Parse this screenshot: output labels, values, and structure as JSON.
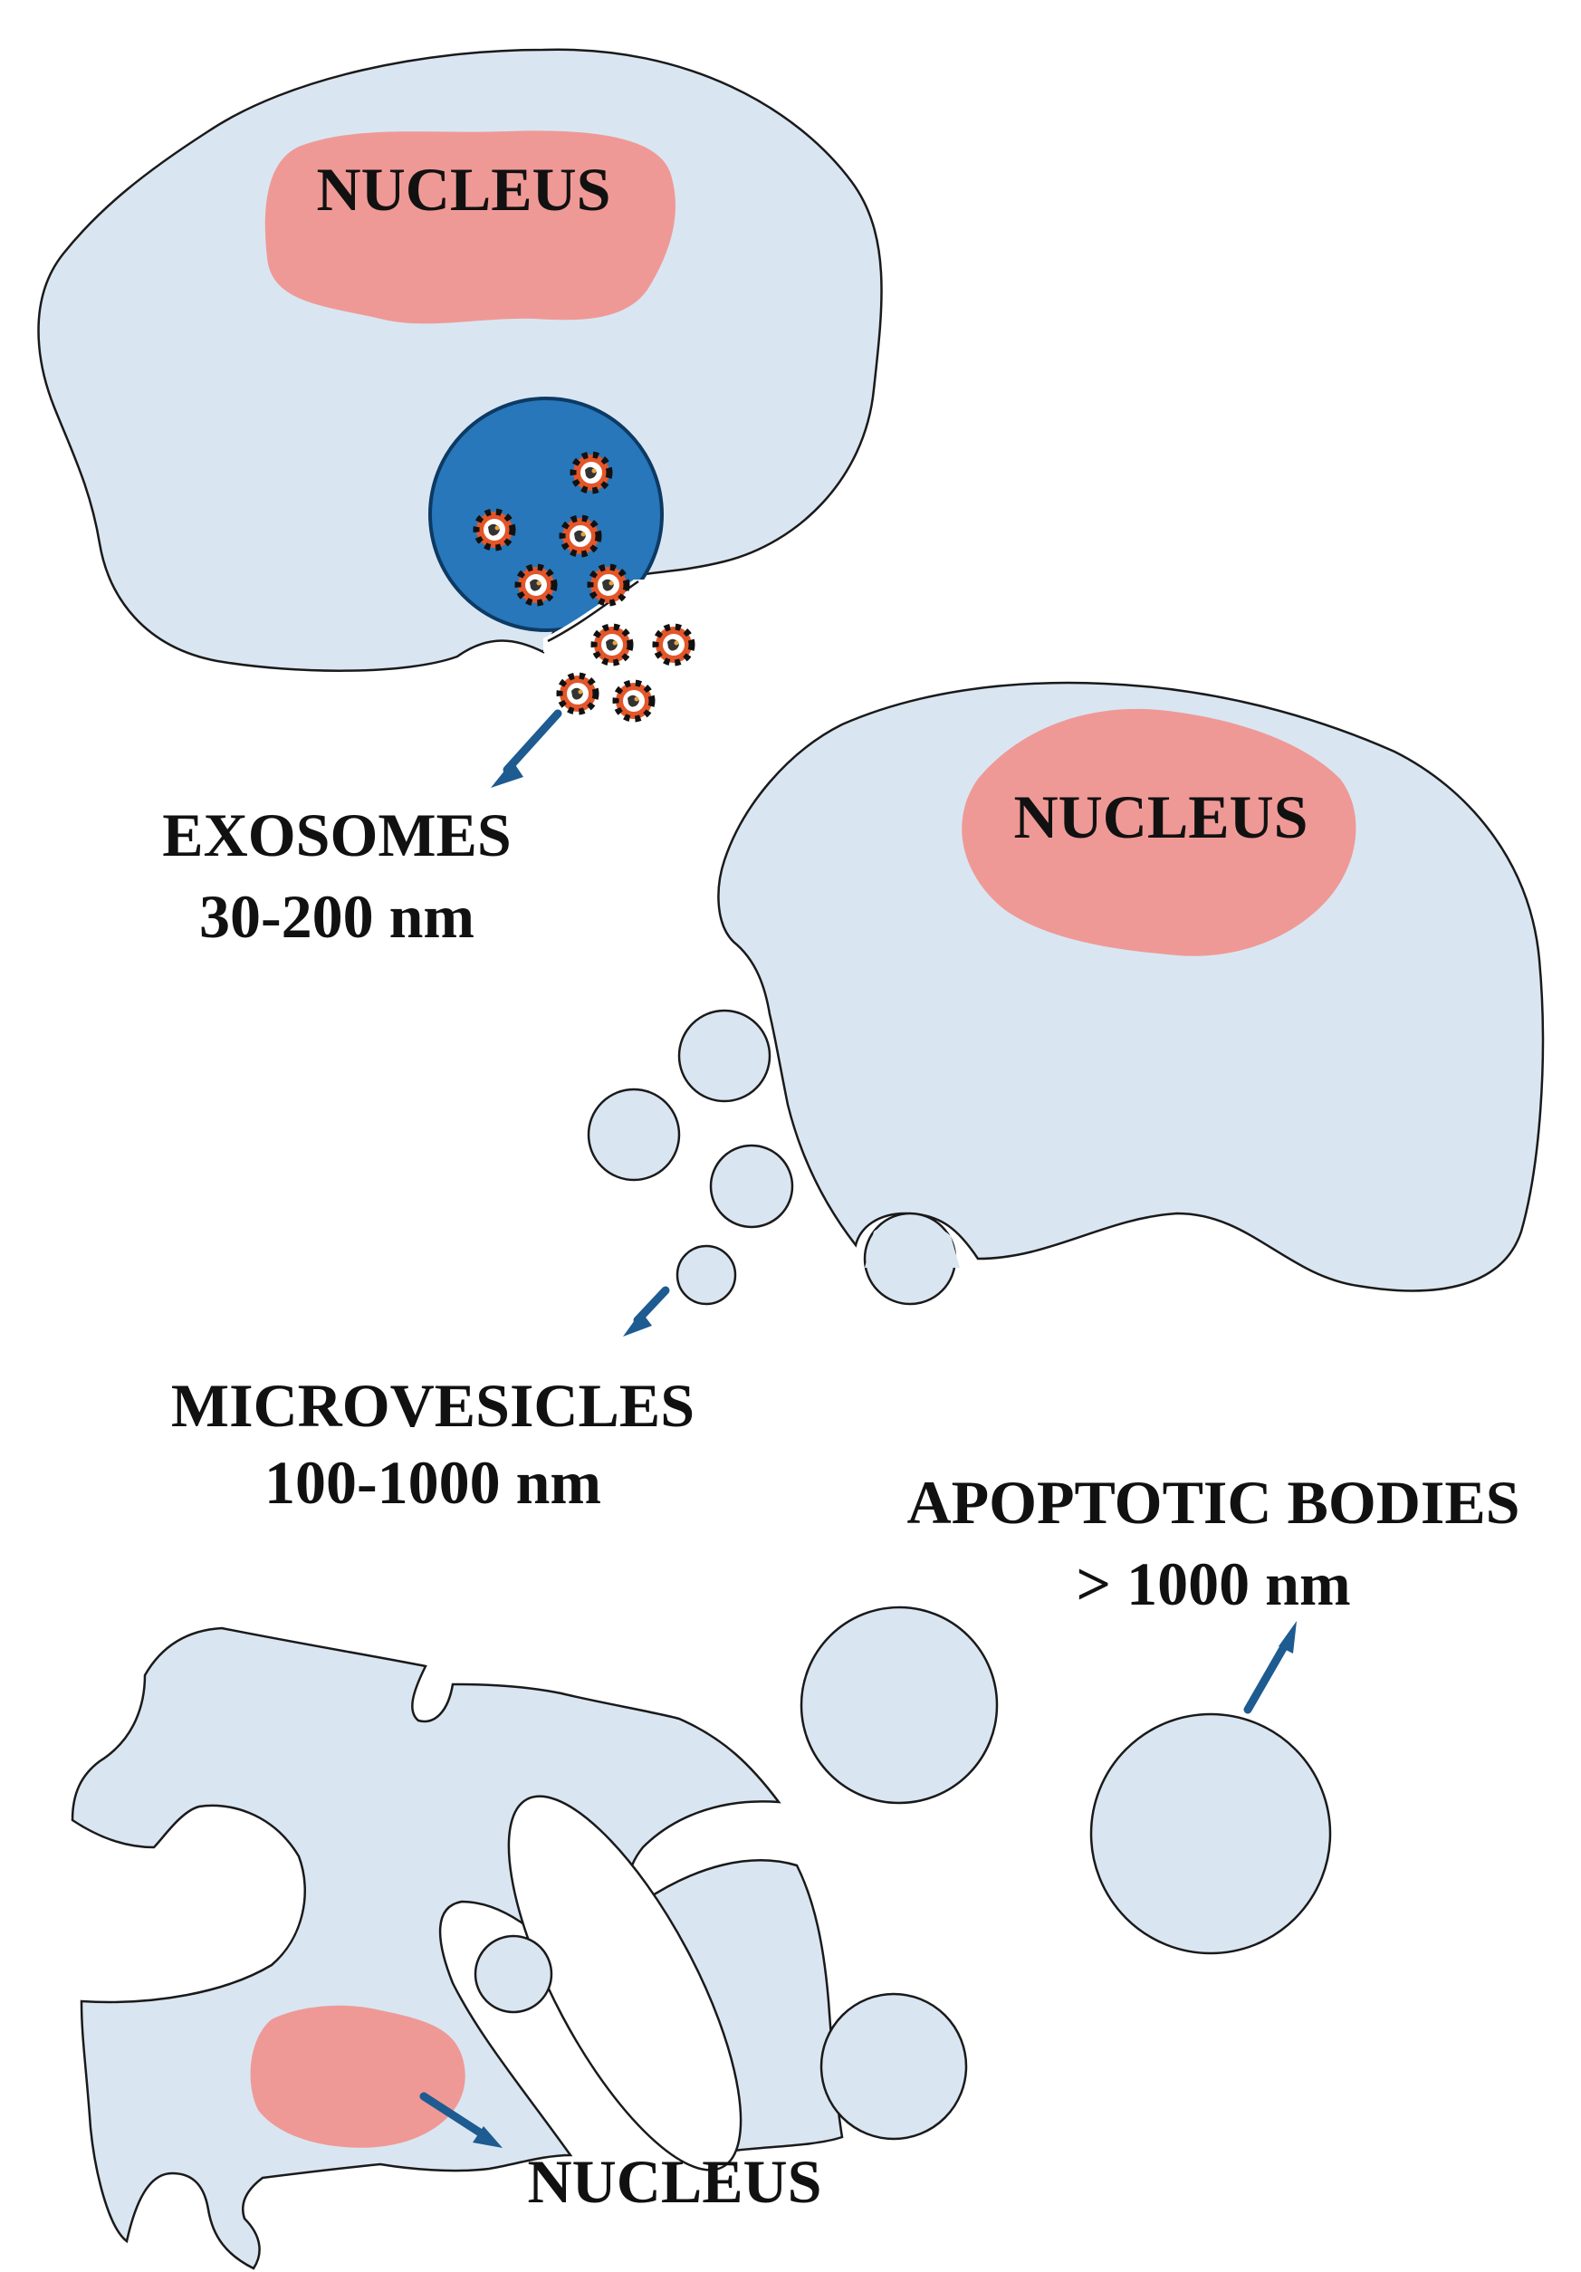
{
  "colors": {
    "cytoplasm": "#d9e6f2",
    "nucleus": "#ef9996",
    "endosome": "#2777ba",
    "exosome_ring": "#e3562a",
    "arrow": "#1d5b91",
    "outline": "#1a1a1a"
  },
  "cells": {
    "exosome_cell": {
      "nucleus_label": "NUCLEUS",
      "release_label": "EXOSOMES",
      "size_label": "30-200 nm"
    },
    "microvesicle_cell": {
      "nucleus_label": "NUCLEUS",
      "release_label": "MICROVESICLES",
      "size_label": "100-1000 nm"
    },
    "apoptotic_cell": {
      "nucleus_label": "NUCLEUS",
      "release_label": "APOPTOTIC BODIES",
      "size_label": "> 1000 nm"
    }
  }
}
